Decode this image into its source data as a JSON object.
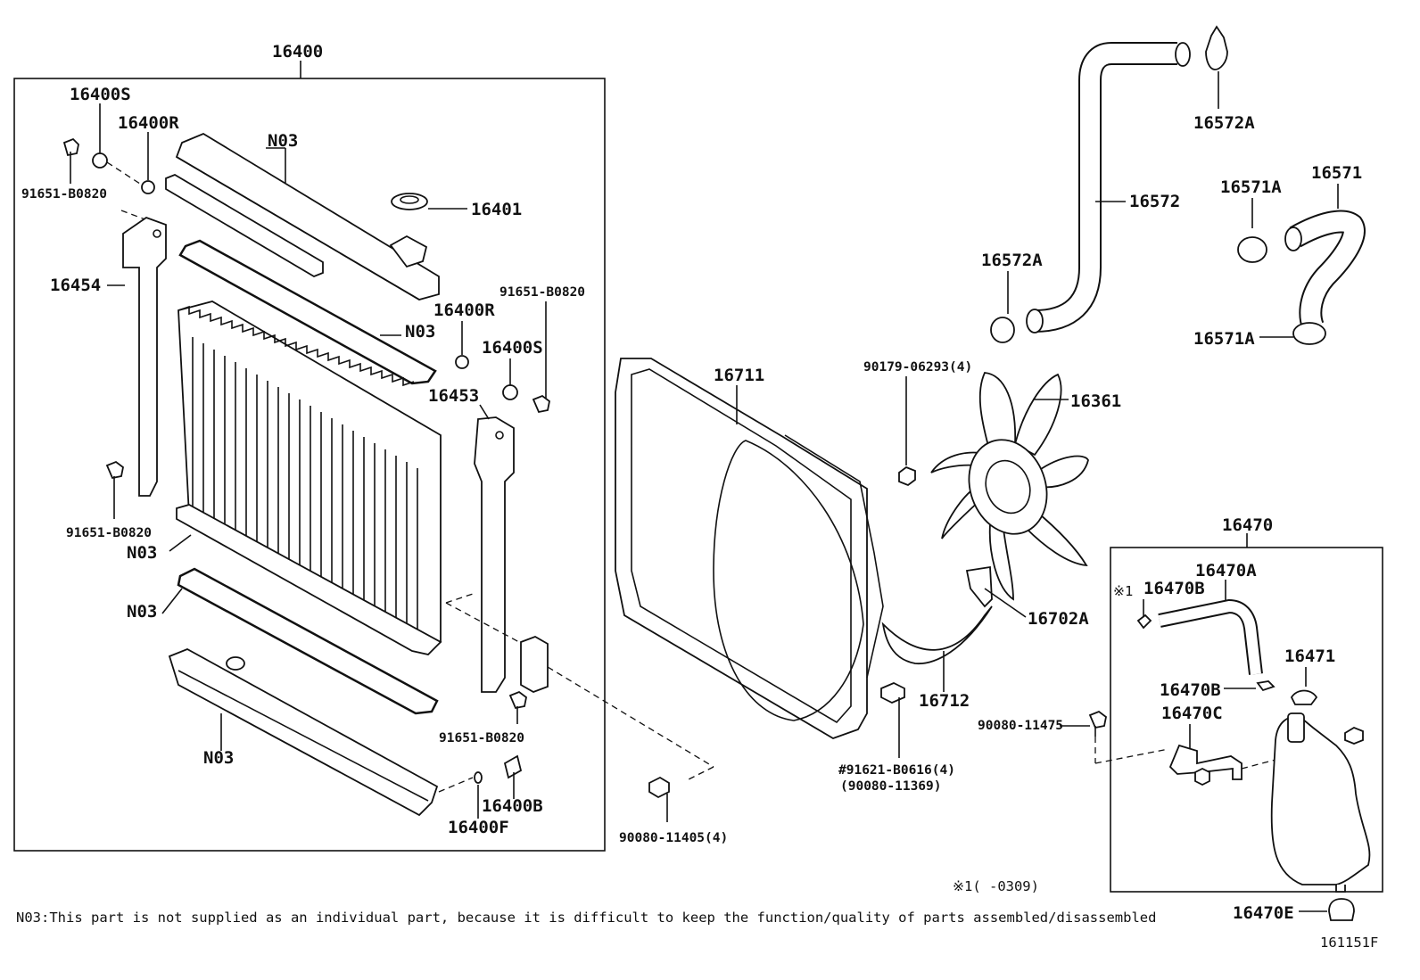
{
  "diagram": {
    "labels": {
      "p16400": "16400",
      "p16400S_a": "16400S",
      "p16400R_a": "16400R",
      "p91651_a": "91651-B0820",
      "N03_top": "N03",
      "p16401": "16401",
      "p16454": "16454",
      "N03_gasket_upper": "N03",
      "p91651_b": "91651-B0820",
      "p16400R_b": "16400R",
      "p16400S_b": "16400S",
      "p16453": "16453",
      "p91651_c": "91651-B0820",
      "N03_core": "N03",
      "N03_gasket_lower": "N03",
      "p91651_d": "91651-B0820",
      "N03_bottom": "N03",
      "p16400B": "16400B",
      "p16400F": "16400F",
      "p16711": "16711",
      "p90179": "90179-06293(4)",
      "p16361": "16361",
      "p16702A": "16702A",
      "p16712": "16712",
      "p91621": "#91621-B0616(4)",
      "p90080_11369": "(90080-11369)",
      "p90080_11405": "90080-11405(4)",
      "p16572A_top": "16572A",
      "p16572": "16572",
      "p16572A_bottom": "16572A",
      "p16571A_top": "16571A",
      "p16571": "16571",
      "p16571A_bottom": "16571A",
      "p16470": "16470",
      "p16470A": "16470A",
      "p16470B_top": "16470B",
      "ref_mark": "※1",
      "p16471": "16471",
      "p16470B_mid": "16470B",
      "p16470C": "16470C",
      "p90080_11475": "90080-11475",
      "p16470E": "16470E"
    },
    "footnote_range": "※1(     -0309)",
    "note": "N03:This part is not supplied as an individual part, because it is difficult to keep the function/quality of parts assembled/disassembled",
    "figure_id": "161151F"
  }
}
